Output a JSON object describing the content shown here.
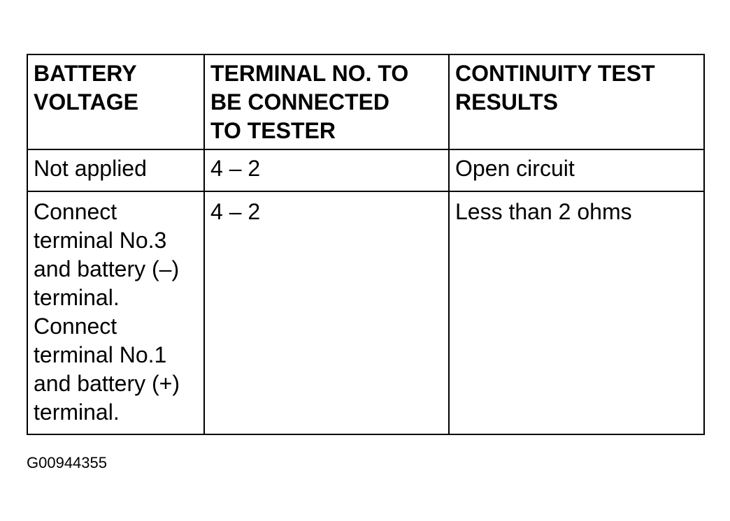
{
  "table": {
    "headers": [
      "BATTERY VOLTAGE",
      "TERMINAL NO. TO BE CONNECTED TO TESTER",
      "CONTINUITY TEST RESULTS"
    ],
    "header_lines": [
      [
        "BATTERY",
        "VOLTAGE"
      ],
      [
        "TERMINAL NO. TO",
        "BE CONNECTED",
        "TO TESTER"
      ],
      [
        "CONTINUITY TEST",
        "RESULTS"
      ]
    ],
    "rows": [
      {
        "battery_voltage": [
          "Not applied"
        ],
        "terminal": "4 – 2",
        "result": "Open circuit"
      },
      {
        "battery_voltage": [
          "Connect",
          "terminal No.3",
          "and battery (–)",
          "terminal.",
          "Connect",
          "terminal No.1",
          "and battery (+)",
          "terminal."
        ],
        "terminal": "4 – 2",
        "result": "Less than 2 ohms"
      }
    ]
  },
  "figure_id": "G00944355"
}
